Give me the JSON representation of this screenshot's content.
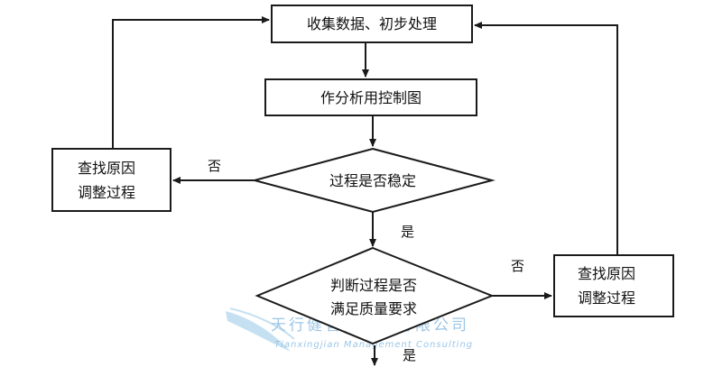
{
  "nodes": {
    "collect": "收集数据、初步处理",
    "analyze": "作分析用控制图",
    "stable_decision": "过程是否稳定",
    "quality_decision_line1": "判断过程是否",
    "quality_decision_line2": "满足质量要求",
    "left_adjust_line1": "查找原因",
    "left_adjust_line2": "调整过程",
    "right_adjust_line1": "查找原因",
    "right_adjust_line2": "调整过程"
  },
  "edges": {
    "stable_no": "否",
    "stable_yes": "是",
    "quality_no": "否",
    "quality_yes": "是"
  },
  "watermark": {
    "company_cn": "天行健管理顾问有限公司",
    "company_en": "Tianxingjian Management Consulting"
  },
  "colors": {
    "line": "#1a1a1a",
    "watermark": "#9cc6e6"
  }
}
